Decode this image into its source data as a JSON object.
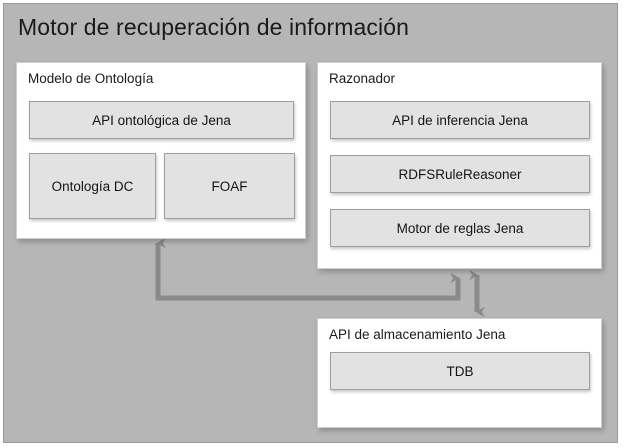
{
  "diagram": {
    "title": "Motor de recuperación de información",
    "background_color": "#b6b6b6",
    "frame_border_color": "#9a9a9a",
    "panel_background": "#ffffff",
    "component_background": "#e2e2e2",
    "component_border": "#9e9e9e",
    "connector_color": "#8a8a8a"
  },
  "panels": {
    "ontology": {
      "title": "Modelo de Ontología",
      "components": [
        {
          "label": "API ontológica de Jena"
        },
        {
          "label": "Ontología DC"
        },
        {
          "label": "FOAF"
        }
      ]
    },
    "reasoner": {
      "title": "Razonador",
      "components": [
        {
          "label": "API de inferencia Jena"
        },
        {
          "label": "RDFSRuleReasoner"
        },
        {
          "label": "Motor de reglas Jena"
        }
      ]
    },
    "storage": {
      "title": "API de almacenamiento Jena",
      "components": [
        {
          "label": "TDB"
        }
      ]
    }
  },
  "connectors": [
    {
      "name": "reasoner-to-ontology",
      "from": "reasoner",
      "to": "ontology",
      "style": "elbow",
      "arrowheads": "both-ends-up"
    },
    {
      "name": "reasoner-storage-bidirectional",
      "from": "reasoner",
      "to": "storage",
      "style": "straight-vertical",
      "arrowheads": "double"
    }
  ]
}
